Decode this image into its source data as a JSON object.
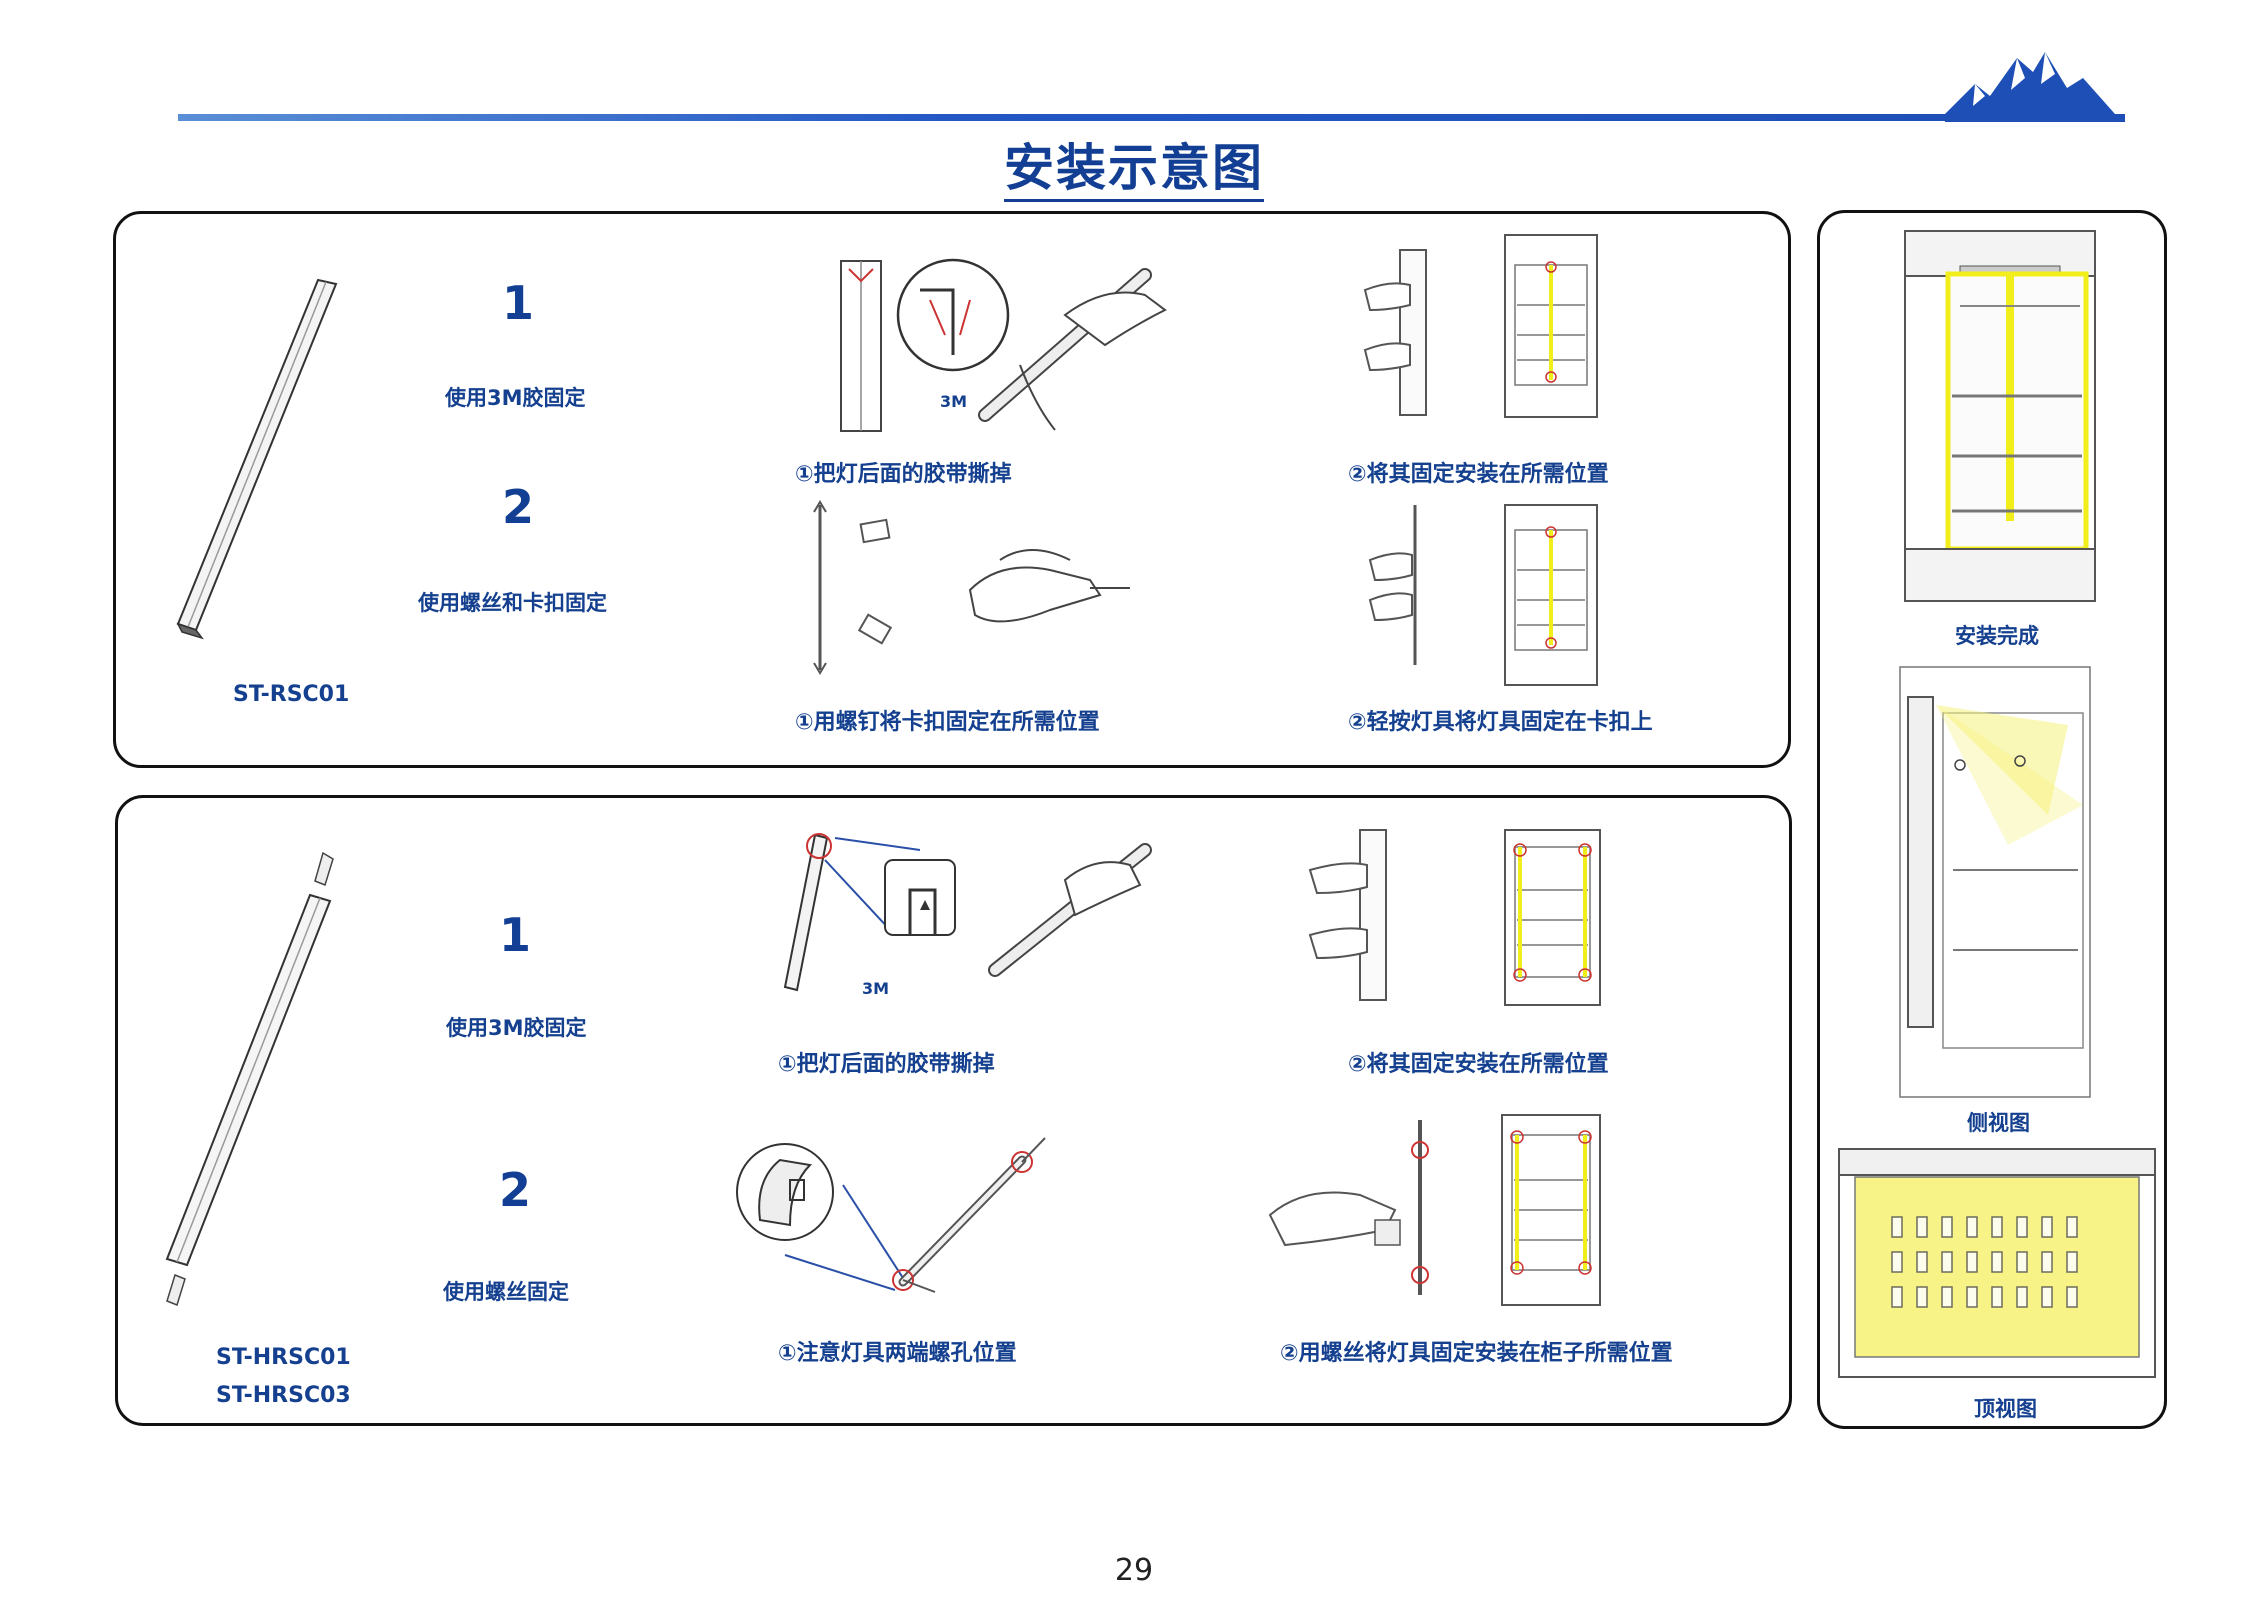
{
  "page": {
    "title": "安装示意图",
    "page_number": "29",
    "brand_color": "#1e4fb6",
    "highlight_color": "#f2ee1c"
  },
  "section_a": {
    "model": "ST-RSC01",
    "method1": {
      "number": "1",
      "label": "使用3M胶固定"
    },
    "method2": {
      "number": "2",
      "label": "使用螺丝和卡扣固定"
    },
    "tape_mark": "3M",
    "steps": [
      "①把灯后面的胶带撕掉",
      "②将其固定安装在所需位置",
      "①用螺钉将卡扣固定在所需位置",
      "②轻按灯具将灯具固定在卡扣上"
    ]
  },
  "section_b": {
    "models": [
      "ST-HRSC01",
      "ST-HRSC03"
    ],
    "method1": {
      "number": "1",
      "label": "使用3M胶固定"
    },
    "method2": {
      "number": "2",
      "label": "使用螺丝固定"
    },
    "tape_mark": "3M",
    "steps": [
      "①把灯后面的胶带撕掉",
      "②将其固定安装在所需位置",
      "①注意灯具两端螺孔位置",
      "②用螺丝将灯具固定安装在柜子所需位置"
    ]
  },
  "section_c": {
    "captions": [
      "安装完成",
      "侧视图",
      "顶视图"
    ]
  }
}
